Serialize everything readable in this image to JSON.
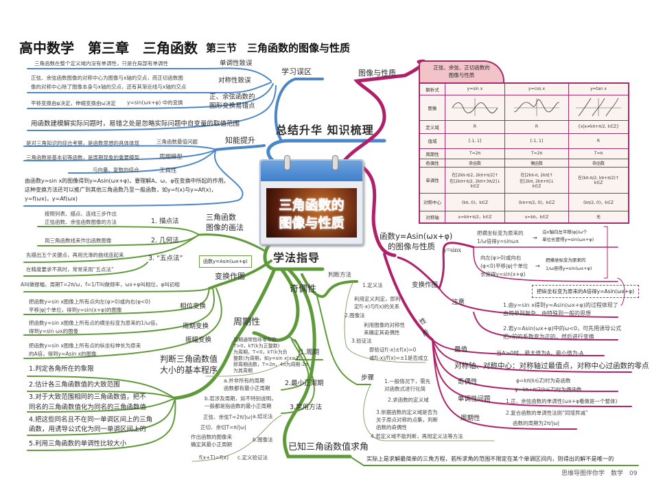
{
  "header": {
    "title": "高中数学　第三章　三角函数",
    "subtitle": "第三节　三角函数的图像与性质"
  },
  "colors": {
    "blue_branch": "#4a86c8",
    "green_branch": "#5f9a3a",
    "pink_branch": "#b0206a",
    "title_red": "#d21f1f"
  },
  "center": {
    "calendar_lines": [
      "三角函数的",
      "图像与性质"
    ],
    "summary_label": "总结升华 知识梳理",
    "study_label": "学法指导"
  },
  "mistakes": {
    "label": "学习误区",
    "items": [
      {
        "label": "单调性致误",
        "desc": [
          "三角函数在整个定义域内没有单调性，只是在局部有单调性"
        ]
      },
      {
        "label": "对称性致误",
        "desc": [
          "正弦、余弦函数图像的对称中心为图像与x轴的交点，而正切函数图",
          "像的对称中心除了图像本身与x轴的交点，还有其渐近线与x轴的交点"
        ]
      },
      {
        "label": "正、余弦函数的",
        "label2": "图形变换易错点",
        "desc": [
          "平移变换由φ决定，伸缩变换由ω决定",
          "y=sin(ωx+φ) 中的变换"
        ]
      }
    ],
    "modeling": "用函数建模解实际问题时，易错之处是忽略实际问题中自变量的取值范围"
  },
  "improve": {
    "label": "知能提升",
    "items": [
      {
        "label": "三角函数最值问题",
        "desc": "是对三角知识的综合考察，是函数思想的具体体现"
      },
      {
        "label": "周期模型",
        "desc": "三角函数是基本初等函数，是周期现象的重要模型"
      },
      {
        "label": "工具性",
        "desc": "与向量、复数的结合"
      }
    ],
    "paragraph": [
      "由函数y=sin x的图像得到y=Asin(ωx+φ)，要理解A、ω、φ在变换中所起的作用。",
      "这种变换方法还可以推广到其他三角函数乃至一般函数，如y=f(x)与y=Af(x)，",
      "y=f(ωx)，y=Af(ωx)"
    ]
  },
  "drawing": {
    "label": [
      "三角函数",
      "图像的画法"
    ],
    "methods": [
      {
        "label": "1. 描点法",
        "desc": [
          "按照列表、描点、连线三步作出",
          "正弦函数、余弦函数图像的方法"
        ]
      },
      {
        "label": "2. 几何法",
        "desc": [
          "用三角函数线来作出函数图像"
        ]
      },
      {
        "label": "3. “五点法”",
        "desc": [
          "先描出五个关键点，再用光滑的曲线连起来",
          "在精度要求不高时，常常采用“五点法”"
        ]
      }
    ]
  },
  "transform": {
    "label": "变换作图",
    "callout": "函数y=Asin(ωx+φ)",
    "terms": "A叫做振幅，周期T=2π/ω，f=1/T叫做频率，ωx+φ叫相位，φ叫初相",
    "items": [
      {
        "label": "相位变换",
        "desc": [
          "把函数y=sin x图像上所有点向左(φ>0)或向右(φ<0)",
          "平移|φ|个单位，得到y=sin(x+φ)的图像"
        ]
      },
      {
        "label": "周期变换",
        "desc": [
          "把函数y=sin x图像上所有点的横坐标变为原来的1/ω倍，",
          "得到y=sin ωx的图像"
        ]
      },
      {
        "label": "振幅变换",
        "desc": [
          "把函数y=sin x图像上所有点的纵坐标伸长为原来",
          "的A倍，得到y=Asin x的图像"
        ]
      }
    ]
  },
  "compare": {
    "label": [
      "判断三角函数值",
      "大小的基本程序"
    ],
    "steps": [
      "1.判定各角所在的象限",
      "2.估计各三角函数值的大致范围",
      "3.对于大致范围相同的三角函数值，把不",
      "同名的三角函数值化为同名的三角函数值",
      "4.把这些同名且不在同一单调区间上的三角",
      "函数，用诱导公式化为同一单调区间上的",
      "5.利用三角函数的单调性比较大小"
    ]
  },
  "periodicity": {
    "label": "周期性",
    "period": {
      "label": "1.周期",
      "desc": [
        "周期通常指非零常数",
        "T>0，kT(k为正整数)",
        "为周期，T<0，kT(k为负",
        "整数)为周期，如y=sin x(x≥1)",
        "即周期函数，T=2π，4π为周期-2π",
        "为其周期"
      ]
    },
    "min_period": {
      "label": "2.最小正周期",
      "a": [
        "a.并非所有的周期",
        "函数都有最小正周期"
      ],
      "b": [
        "b.若涉及周期，如不特别说明，",
        "一般都是指函数的最小正周期"
      ]
    },
    "methods": {
      "label": "3.常用方法",
      "a": {
        "label": "a.结论法",
        "desc": [
          "正弦、余弦T=2π/|ω|",
          "正切、余切T=π/|ω|"
        ]
      },
      "b": {
        "label": "b.图像法",
        "desc": [
          "作出函数的图像来",
          "确定其最小正周期"
        ]
      },
      "c": {
        "label": "c.定义验证法",
        "desc": "f(x+T)=f(x)"
      }
    }
  },
  "parity": {
    "label": "奇偶性",
    "judge": {
      "label": "判断方法",
      "items": [
        {
          "label": "1.定义法",
          "desc": [
            "利用定义判定，即判",
            "定f(-x)与f(x)的关系"
          ]
        },
        {
          "label": "2.图像法",
          "desc": [
            "利用图像的对称性",
            "来确定其奇偶性"
          ]
        },
        {
          "label": "3.验证法",
          "desc": [
            "即验证f(-x)±f(x)=0",
            "或f(-x)/f(x)=±1是否成立"
          ]
        }
      ]
    },
    "steps": {
      "label": "步骤",
      "items": [
        "1.一般情况下，需先",
        "对函数式进行化简",
        "2.求函数的定义域",
        "3.依据函数的定义域是否为",
        "关于原点对称的点集，判断",
        "函数的奇偶性",
        "4.若定义域不能判断，再用定义法等方法"
      ]
    }
  },
  "find_angle": {
    "label": "已知三角函数值求角",
    "desc": "实际上是求解最简单的三角方程，若所求角的范围不限定在某个单调区间内，则得出的解不是唯一的"
  },
  "graph_props": {
    "label": "图像与性质",
    "table": {
      "title": [
        "正弦、余弦、正切函数的",
        "图像与性质"
      ],
      "row_headers": [
        "解析式",
        "图像",
        "定义域",
        "值域",
        "周期性",
        "奇偶性",
        "单调性",
        "对称中心",
        "对称轴"
      ],
      "columns": [
        {
          "formula": "y=sin x",
          "domain": "R",
          "range": "[-1, 1]",
          "period": "T=2π",
          "parity": "奇函数",
          "monotonic": [
            "在[2kπ-π/2, 2kπ+π/2]↑",
            "在[2kπ+π/2, 2kπ+3π/2]↓",
            "k∈Z"
          ],
          "center": "(kπ, 0)，k∈Z",
          "axis": "x=kπ+π/2，k∈Z"
        },
        {
          "formula": "y=cos x",
          "domain": "R",
          "range": "[-1, 1]",
          "period": "T=2π",
          "parity": "偶函数",
          "monotonic": [
            "在[2kπ-π, 2kπ]↑",
            "在[2kπ, 2kπ+π]↓",
            "k∈Z"
          ],
          "center": "(kπ+π/2, 0)，k∈Z",
          "axis": "x=kπ，k∈Z"
        },
        {
          "formula": "y=tan x",
          "domain": "{x|x≠kπ+π/2, k∈Z}",
          "range": "R",
          "period": "T=π",
          "parity": "奇函数",
          "monotonic": [
            "在(kπ-π/2, kπ+π/2)↑",
            "k∈Z"
          ],
          "center": "(kπ/2, 0)，k∈Z",
          "axis": "无"
        }
      ]
    }
  },
  "asin": {
    "label": [
      "函数y=Asin(ωx+φ)",
      "的图像与性质"
    ],
    "transform": {
      "label": "变换作图",
      "start": "y=sinx",
      "path1": [
        [
          "把横坐标变为原来的",
          "1/ω倍得y=sinωx"
        ],
        [
          "沿x轴向左平移|φ|/ω个",
          "单位长度得y=sin(ωx+φ)"
        ]
      ],
      "path2": [
        [
          "向左(φ>0)或向右",
          "(φ<0)平移|φ|个单位",
          "长度得y=sin(x+φ)"
        ],
        [
          "把横坐标变为原来的",
          "1/ω倍得y=sin(ωx+φ)"
        ]
      ],
      "final": "把纵坐标变为原来的A倍得y=Asin(ωx+φ)"
    },
    "note": {
      "label": "注意",
      "items": [
        [
          "1.由y=sin x得到y=Asin(ωx+φ)的过程体现了",
          "由简单到复杂、由特殊到一般的思想"
        ],
        [
          "2.若y=Asin(ωx+φ)中的ω<0，可先用诱导公式",
          "把x前的系数变为正的，然后进行变换"
        ]
      ]
    },
    "props": {
      "label": [
        "性",
        "质"
      ],
      "extreme": {
        "label": "最值",
        "desc": "当A>0时，最大值为A，最小值为-A"
      },
      "symmetry": "对称轴、对称中心：对称轴过最值点，对称中心过函数的零点",
      "parity": {
        "label": "奇偶性",
        "desc": [
          "φ=kπ(k∈Z)时为奇函数",
          "φ=kπ+π/2(k∈Z)时为偶函数"
        ]
      },
      "monotonic": {
        "label": "单调性问题",
        "desc": [
          "1.正、余弦函数的单调性(ωx+φ看做是一个整体)",
          "2.复合函数的单调性法则“同增异减”"
        ]
      },
      "period": {
        "label": "周期性",
        "desc": "函数的周期为2π/|ω|"
      }
    }
  },
  "footer": "思维导图伴你学　数学　09"
}
